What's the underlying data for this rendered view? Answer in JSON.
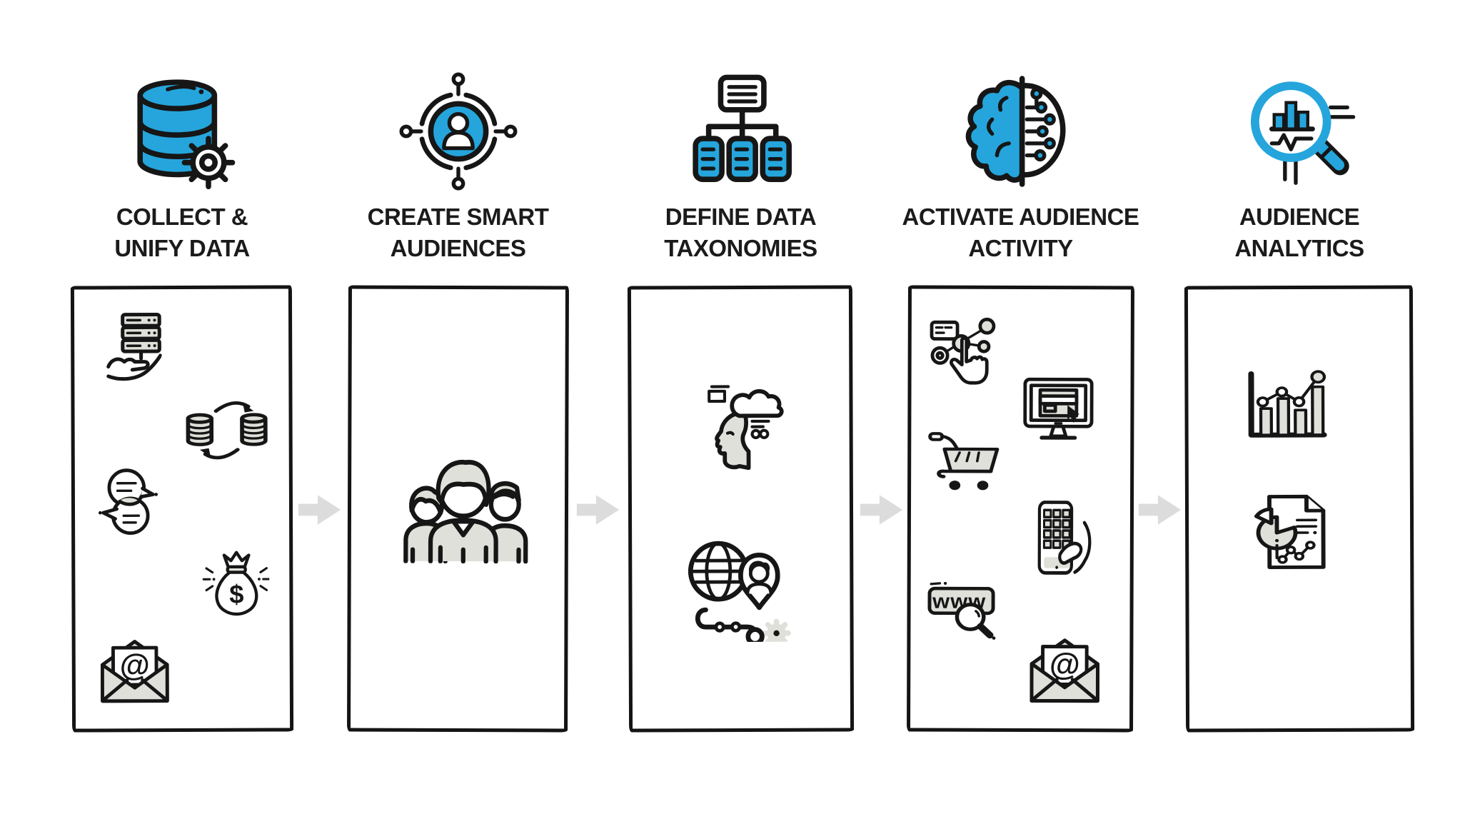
{
  "diagram": {
    "name": "audience-data-platform-process",
    "colors": {
      "accent_blue": "#25A5DC",
      "icon_fill_gray": "#E0E0DB",
      "arrow_gray": "#DCDCDC",
      "outline_black": "#161616"
    },
    "steps": [
      {
        "id": "collect-unify-data",
        "header_icon": "database-gear-icon",
        "title_line1": "COLLECT &",
        "title_line2": "UNIFY DATA",
        "box_icons": [
          "server-hand-icon",
          "data-sync-icon",
          "chat-bubbles-icon",
          "money-bag-icon",
          "email-at-icon"
        ]
      },
      {
        "id": "create-smart-audiences",
        "header_icon": "audience-target-icon",
        "title_line1": "CREATE SMART",
        "title_line2": "AUDIENCES",
        "box_icons": [
          "people-group-icon"
        ]
      },
      {
        "id": "define-data-taxonomies",
        "header_icon": "taxonomy-tree-icon",
        "title_line1": "DEFINE DATA",
        "title_line2": "TAXONOMIES",
        "box_icons": [
          "mind-head-icon",
          "globe-person-path-icon"
        ]
      },
      {
        "id": "activate-audience-activity",
        "header_icon": "ai-brain-icon",
        "title_line1": "ACTIVATE AUDIENCE",
        "title_line2": "ACTIVITY",
        "box_icons": [
          "click-network-icon",
          "monitor-cursor-icon",
          "shopping-cart-icon",
          "phone-hand-icon",
          "www-search-icon",
          "email-at-icon"
        ]
      },
      {
        "id": "audience-analytics",
        "header_icon": "analytics-magnifier-icon",
        "title_line1": "AUDIENCE",
        "title_line2": "ANALYTICS",
        "box_icons": [
          "bar-line-chart-icon",
          "pie-report-icon"
        ]
      }
    ],
    "arrows": [
      "step1-to-step2",
      "step2-to-step3",
      "step3-to-step4",
      "step4-to-step5"
    ],
    "icon_text": {
      "www": "www",
      "dollar": "$",
      "at": "@"
    }
  }
}
